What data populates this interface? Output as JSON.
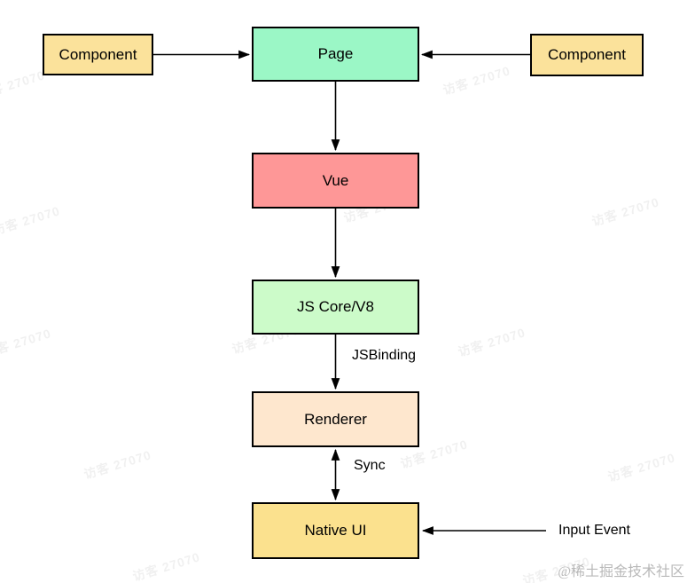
{
  "diagram": {
    "nodes": [
      {
        "id": "component-left",
        "label": "Component",
        "fill": "#FBE29B"
      },
      {
        "id": "page",
        "label": "Page",
        "fill": "#9BF7C6"
      },
      {
        "id": "component-right",
        "label": "Component",
        "fill": "#FBE29B"
      },
      {
        "id": "vue",
        "label": "Vue",
        "fill": "#FE9797"
      },
      {
        "id": "js-core",
        "label": "JS Core/V8",
        "fill": "#CCFBC9"
      },
      {
        "id": "renderer",
        "label": "Renderer",
        "fill": "#FEE7CE"
      },
      {
        "id": "native-ui",
        "label": "Native UI",
        "fill": "#FBE18E"
      }
    ],
    "edge_labels": {
      "jsbinding": "JSBinding",
      "sync": "Sync",
      "input_event": "Input Event"
    },
    "stroke_color": "#000000"
  },
  "watermark": {
    "text": "访客 27070",
    "color": "rgba(0,0,0,0.06)",
    "positions": [
      [
        -25,
        97
      ],
      [
        500,
        92
      ],
      [
        -8,
        250
      ],
      [
        388,
        236
      ],
      [
        668,
        240
      ],
      [
        -18,
        388
      ],
      [
        262,
        384
      ],
      [
        517,
        387
      ],
      [
        95,
        525
      ],
      [
        452,
        513
      ],
      [
        686,
        528
      ],
      [
        150,
        640
      ],
      [
        590,
        645
      ]
    ]
  },
  "credit": {
    "text": "@稀土掘金技术社区"
  }
}
